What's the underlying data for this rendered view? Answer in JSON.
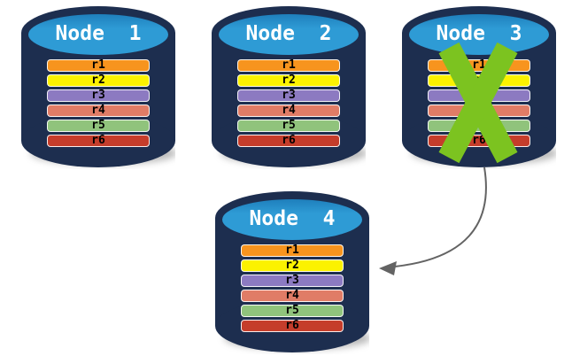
{
  "diagram": {
    "description": "Database cluster replication diagram: four database node cylinders each holding rows r1-r6; Node 3 is crossed out (failed) and an arrow shows failover to Node 4",
    "nodes": [
      {
        "label": "Node  1",
        "failed": false,
        "rows": [
          {
            "label": "r1",
            "color": "#F7941E"
          },
          {
            "label": "r2",
            "color": "#FBF200"
          },
          {
            "label": "r3",
            "color": "#8C7AC1"
          },
          {
            "label": "r4",
            "color": "#E07C66"
          },
          {
            "label": "r5",
            "color": "#90C37C"
          },
          {
            "label": "r6",
            "color": "#C53D2B"
          }
        ]
      },
      {
        "label": "Node  2",
        "failed": false,
        "rows": [
          {
            "label": "r1",
            "color": "#F7941E"
          },
          {
            "label": "r2",
            "color": "#FBF200"
          },
          {
            "label": "r3",
            "color": "#8C7AC1"
          },
          {
            "label": "r4",
            "color": "#E07C66"
          },
          {
            "label": "r5",
            "color": "#90C37C"
          },
          {
            "label": "r6",
            "color": "#C53D2B"
          }
        ]
      },
      {
        "label": "Node  3",
        "failed": true,
        "rows": [
          {
            "label": "r1",
            "color": "#F7941E"
          },
          {
            "label": "r2",
            "color": "#FBF200"
          },
          {
            "label": "r3",
            "color": "#8C7AC1"
          },
          {
            "label": "r4",
            "color": "#E07C66"
          },
          {
            "label": "r5",
            "color": "#90C37C"
          },
          {
            "label": "r6",
            "color": "#C53D2B"
          }
        ]
      },
      {
        "label": "Node  4",
        "failed": false,
        "rows": [
          {
            "label": "r1",
            "color": "#F7941E"
          },
          {
            "label": "r2",
            "color": "#FBF200"
          },
          {
            "label": "r3",
            "color": "#8C7AC1"
          },
          {
            "label": "r4",
            "color": "#E07C66"
          },
          {
            "label": "r5",
            "color": "#90C37C"
          },
          {
            "label": "r6",
            "color": "#C53D2B"
          }
        ]
      }
    ],
    "arrow": {
      "from": "Node 3",
      "to": "Node 4"
    },
    "colors": {
      "cylinder_body": "#1D2E4F",
      "cylinder_top_light": "#2E9BD5",
      "cylinder_top_dark": "#1E7FBC",
      "failure_x": "#7CC320",
      "arrow": "#636363",
      "title_text": "#FFFFFF",
      "row_text": "#000000"
    }
  }
}
